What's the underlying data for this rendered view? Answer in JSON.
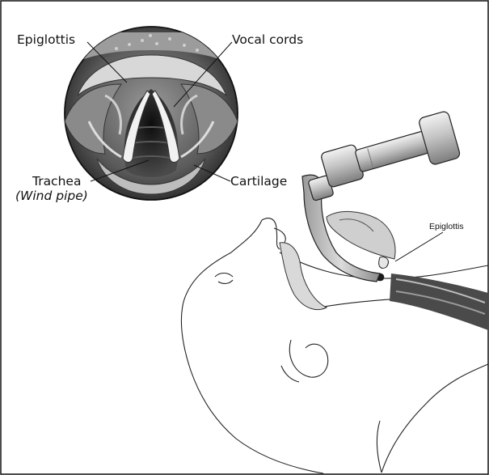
{
  "inset_labels": {
    "epiglottis": "Epiglottis",
    "vocal_cords": "Vocal cords",
    "trachea": "Trachea",
    "trachea_alt": "(Wind pipe)",
    "cartilage": "Cartilage"
  },
  "main_labels": {
    "epiglottis": "Epiglottis"
  },
  "colors": {
    "frame": "#111111",
    "inset_background": "#3c3c3c",
    "tissue_light": "#d4d4d4",
    "vocal_cord": "#f2f2f2",
    "airway_dark": "#1a1a1a",
    "scope_body": "#c8c8c8"
  }
}
